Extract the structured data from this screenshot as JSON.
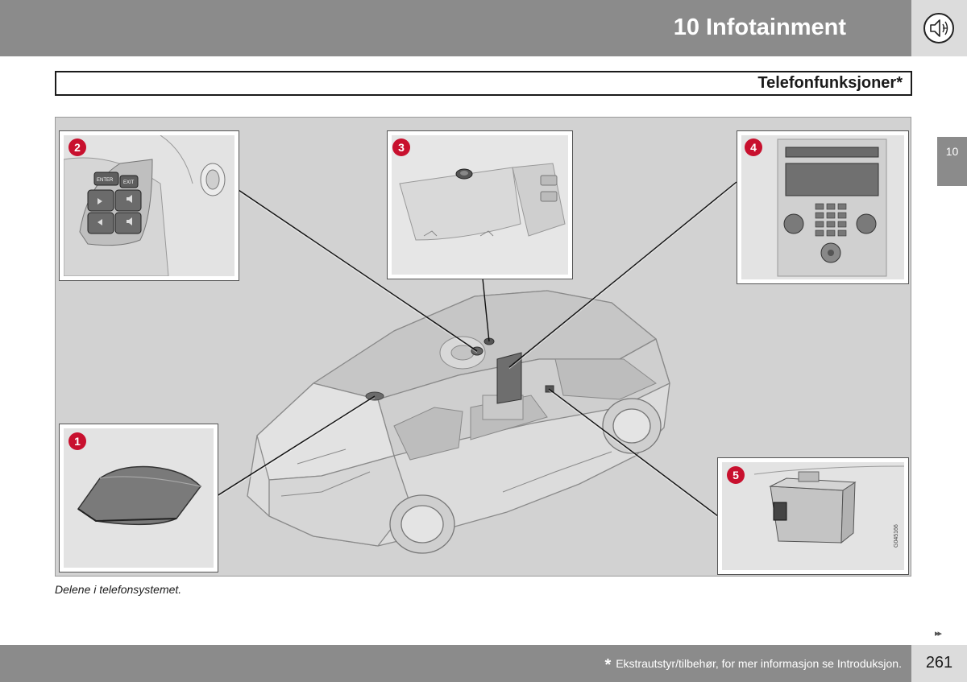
{
  "header": {
    "chapter_title": "10 Infotainment",
    "icon": "speaker-sound-icon"
  },
  "section": {
    "title": "Telefonfunksjoner*"
  },
  "side_tab": {
    "label": "10"
  },
  "figure": {
    "callouts": [
      "1",
      "2",
      "3",
      "4",
      "5"
    ],
    "doc_code": "G045166",
    "caption": "Delene i telefonsystemet.",
    "inset_2_buttons": {
      "enter": "ENTER",
      "exit": "EXIT"
    }
  },
  "footer": {
    "footnote_star": "*",
    "footnote": "Ekstrautstyr/tilbehør, for mer informasjon se Introduksjon.",
    "page_number": "261",
    "next_page_marker": "▸▸"
  },
  "colors": {
    "header_gray": "#8b8b8b",
    "callout_red": "#c8102e",
    "figure_bg": "#d2d2d2"
  }
}
